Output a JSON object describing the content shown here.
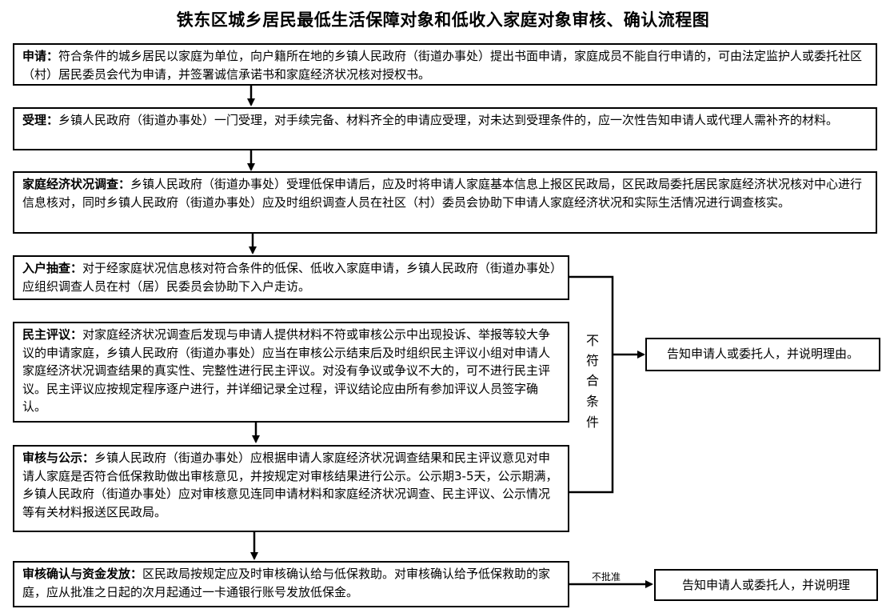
{
  "title": "铁东区城乡居民最低生活保障对象和低收入家庭对象审核、确认流程图",
  "steps": [
    {
      "head": "申请：",
      "text": "符合条件的城乡居民以家庭为单位，向户籍所在地的乡镇人民政府（街道办事处）提出书面申请，家庭成员不能自行申请的，可由法定监护人或委托社区（村）居民委员会代为申请，并签署诚信承诺书和家庭经济状况核对授权书。"
    },
    {
      "head": "受理：",
      "text": "乡镇人民政府（街道办事处）一门受理，对手续完备、材料齐全的申请应受理，对未达到受理条件的，应一次性告知申请人或代理人需补齐的材料。"
    },
    {
      "head": "家庭经济状况调查：",
      "text": "乡镇人民政府（街道办事处）受理低保申请后，应及时将申请人家庭基本信息上报区民政局，区民政局委托居民家庭经济状况核对中心进行信息核对，同时乡镇人民政府（街道办事处）应及时组织调查人员在社区（村）委员会协助下申请人家庭经济状况和实际生活情况进行调查核实。"
    },
    {
      "head": "入户抽查：",
      "text": "对于经家庭状况信息核对符合条件的低保、低收入家庭申请，乡镇人民政府（街道办事处）应组织调查人员在村（居）民委员会协助下入户走访。"
    },
    {
      "head": "民主评议：",
      "text": "对家庭经济状况调查后发现与申请人提供材料不符或审核公示中出现投诉、举报等较大争议的申请家庭，乡镇人民政府（街道办事处）应当在审核公示结束后及时组织民主评议小组对申请人家庭经济状况调查结果的真实性、完整性进行民主评议。对没有争议或争议不大的，可不进行民主评议。民主评议应按规定程序逐户进行，并详细记录全过程，评议结论应由所有参加评议人员签字确认。"
    },
    {
      "head": "审核与公示：",
      "text": "乡镇人民政府（街道办事处）应根据申请人家庭经济状况调查结果和民主评议意见对申请人家庭是否符合低保救助做出审核意见，并按规定对审核结果进行公示。公示期3-5天，公示期满，乡镇人民政府（街道办事处）应对审核意见连同申请材料和家庭经济状况调查、民主评议、公示情况等有关材料报送区民政局。"
    },
    {
      "head": "审核确认与资金发放：",
      "text": "区民政局按规定应及时审核确认给与低保救助。对审核确认给予低保救助的家庭，应从批准之日起的次月起通过一卡通银行账号发放低保金。"
    }
  ],
  "side": {
    "condition_chars": [
      "不",
      "符",
      "合",
      "条",
      "件"
    ],
    "notice_1": "告知申请人或委托人，并说明理由。",
    "reject_label": "不批准",
    "notice_2": "告知申请人或委托人，并说明理"
  }
}
